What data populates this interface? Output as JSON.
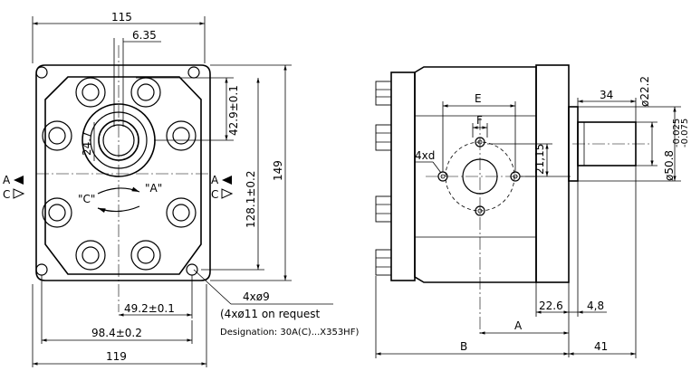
{
  "front_view": {
    "dim_top_115": "115",
    "dim_6_35": "6.35",
    "dim_42_9": "42.9±0.1",
    "dim_24_7": "24.7",
    "dim_128_1": "128.1±0.2",
    "dim_149": "149",
    "dim_49_2": "49.2±0.1",
    "dim_98_4": "98.4±0.2",
    "dim_bottom_119": "119",
    "port_left_a": "A",
    "port_left_c": "C",
    "port_right_a": "A",
    "port_right_c": "C",
    "rotation_c": "\"C\"",
    "rotation_a": "\"A\""
  },
  "notes": {
    "holes": "4xø9",
    "holes_alt": "(4xø11 on request",
    "designation": "Designation: 30A(C)...X353HF)"
  },
  "side_view": {
    "dim_E": "E",
    "dim_F": "F",
    "dim_4xd": "4xd",
    "dim_21_15": "21,15",
    "dim_34": "34",
    "dim_22_2": "ø22.2",
    "dim_50_8": "ø50.8",
    "tol_upper": "-0.025",
    "tol_lower": "-0.075",
    "dim_22_6": "22.6",
    "dim_4_8": "4,8",
    "dim_A": "A",
    "dim_B": "B",
    "dim_41": "41"
  }
}
